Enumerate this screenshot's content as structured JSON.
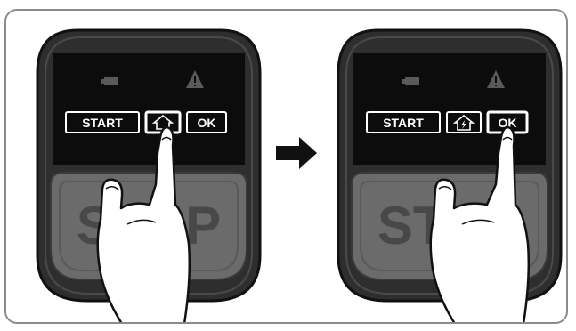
{
  "steps": [
    {
      "start_label": "START",
      "ok_label": "OK",
      "stop_label": "STOP",
      "highlighted": "home",
      "home_icon": "home-icon"
    },
    {
      "start_label": "START",
      "ok_label": "OK",
      "stop_label": "STOP",
      "highlighted": "ok",
      "home_icon": "home-charging-icon"
    }
  ],
  "transition_icon": "right-arrow-icon",
  "colors": {
    "remote_body": "#2e2e2e",
    "display": "#0c0c0c",
    "stop_button": "#6b6b6b",
    "frame_border": "#8b8b8b"
  }
}
